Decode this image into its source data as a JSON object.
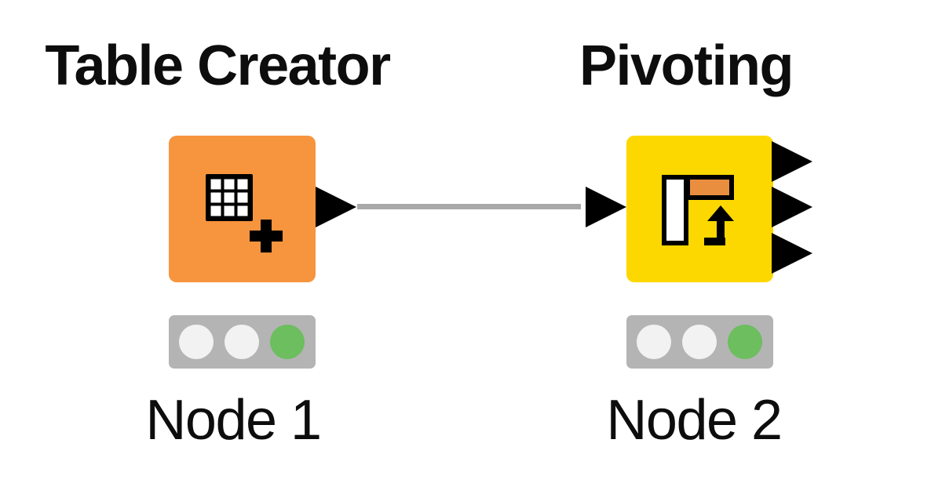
{
  "canvas": {
    "kind": "workflow-diagram",
    "background": "#FFFFFF"
  },
  "nodes": [
    {
      "title": "Table Creator",
      "label": "Node 1",
      "icon": "table-grid-plus-icon",
      "fill": "#F7943E",
      "ports": {
        "inputs": 0,
        "outputs": 1
      },
      "status_lights": [
        "off",
        "off",
        "green"
      ]
    },
    {
      "title": "Pivoting",
      "label": "Node 2",
      "icon": "pivot-icon",
      "fill": "#FDD800",
      "ports": {
        "inputs": 1,
        "outputs": 3
      },
      "status_lights": [
        "off",
        "off",
        "green"
      ]
    }
  ],
  "connections": [
    {
      "from": "Node 1",
      "to": "Node 2",
      "color": "#A9A9A9"
    }
  ],
  "colors": {
    "port_black": "#000000",
    "icon_grid_cell_white": "#FFFFFF",
    "icon_pivot_bar_white": "#FFFFFF",
    "icon_pivot_bar_orange": "#E98E3F",
    "traffic_bar_gray": "#B4B4B4",
    "light_off": "#F2F2F2",
    "light_green": "#6CBE5F",
    "text_black": "#0D0D0D"
  }
}
